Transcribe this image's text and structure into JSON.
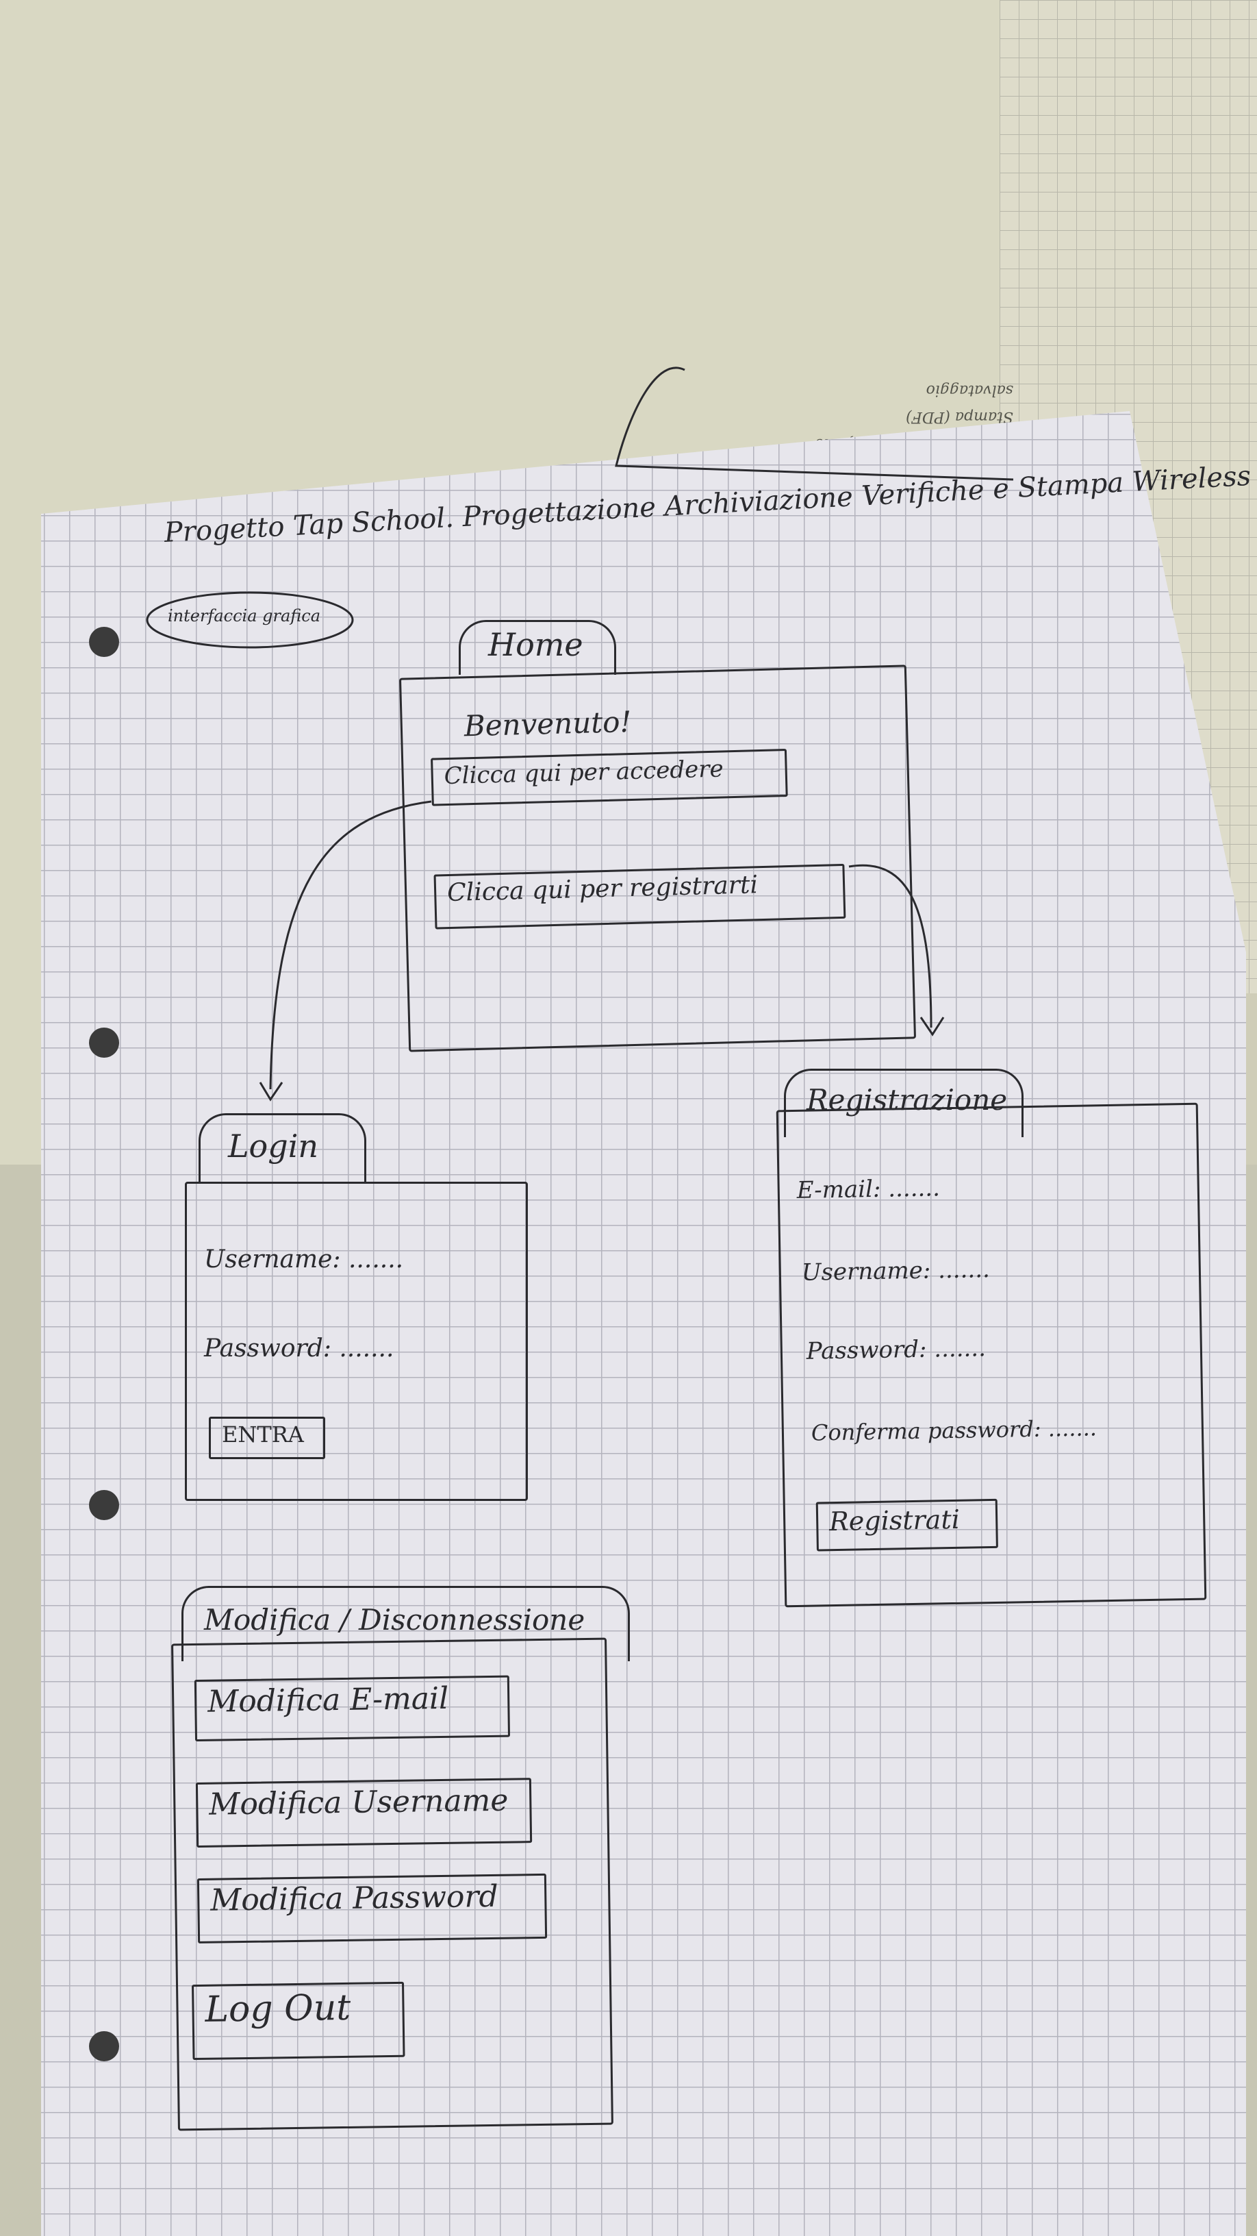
{
  "header": {
    "title": "Progetto Tap School. Progettazione Archiviazione Verifiche e Stampa Wireless",
    "subtitle": "interfaccia grafica"
  },
  "background_note": {
    "lines": [
      "modifiche file e / verifiche",
      "Stampa (PDF)",
      "salvataggio"
    ]
  },
  "home": {
    "tab": "Home",
    "welcome": "Benvenuto!",
    "login_button": "Clicca qui per accedere",
    "register_button": "Clicca qui per registrarti"
  },
  "login": {
    "tab": "Login",
    "username": "Username: .......",
    "password": "Password: .......",
    "submit": "ENTRA"
  },
  "registrazione": {
    "tab": "Registrazione",
    "email": "E-mail: .......",
    "username": "Username: .......",
    "password": "Password: .......",
    "confirm": "Conferma password: .......",
    "submit": "Registrati"
  },
  "modifica": {
    "tab": "Modifica / Disconnessione",
    "buttons": [
      "Modifica E-mail",
      "Modifica Username",
      "Modifica Password",
      "Log Out"
    ]
  },
  "colors": {
    "ink": "#2a2a2e",
    "paper": "#e7e6ec",
    "grid": "#b3b3bd"
  }
}
